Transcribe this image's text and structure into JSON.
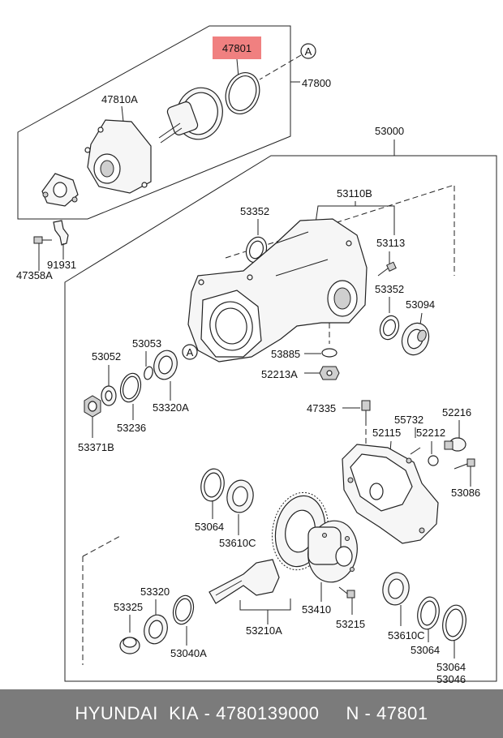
{
  "highlight_color": "#f08080",
  "footer": {
    "brand": "HYUNDAI  KIA",
    "separator1": " - ",
    "part_number": "4780139000",
    "spacer": "     ",
    "n_label": "N",
    "separator2": " - ",
    "n_number": "47801"
  },
  "diagram": {
    "callouts": {
      "c47801": "47801",
      "c47800": "47800",
      "c47810A": "47810A",
      "c53000": "53000",
      "c53352_top": "53352",
      "c53110B": "53110B",
      "c53113": "53113",
      "c91931": "91931",
      "c47358A": "47358A",
      "c53352_right": "53352",
      "c53094": "53094",
      "c53053": "53053",
      "c53052": "53052",
      "c53885": "53885",
      "c52213A": "52213A",
      "c53320A": "53320A",
      "c53236": "53236",
      "c53371B": "53371B",
      "c47335": "47335",
      "c52216": "52216",
      "c55732": "55732",
      "c52115": "52115",
      "c52212": "52212",
      "c53086": "53086",
      "c53064_left": "53064",
      "c53610C_left": "53610C",
      "c53320": "53320",
      "c53325": "53325",
      "c53040A": "53040A",
      "c53210A": "53210A",
      "c53410": "53410",
      "c53215": "53215",
      "c53610C_right": "53610C",
      "c53064_right": "53064",
      "c53064_bottom": "53064",
      "c53046": "53046",
      "ref_a_top": "A",
      "ref_a_mid": "A"
    }
  }
}
